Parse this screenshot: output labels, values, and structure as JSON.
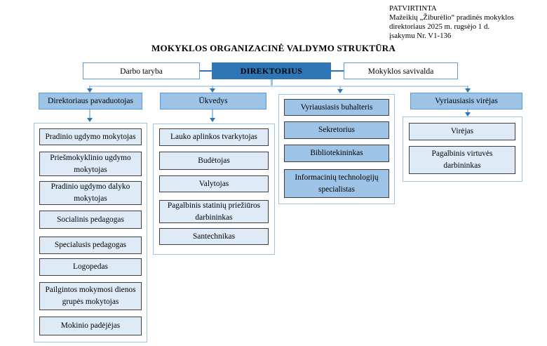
{
  "approval": {
    "lines": [
      "PATVIRTINTA",
      "Mažeikių „Žiburėlio“ pradinės mokyklos",
      "direktoriaus 2025 m. rugsėjo 1 d.",
      "įsakymu Nr. V1-136"
    ]
  },
  "title": "MOKYKLOS ORGANIZACINĖ VALDYMO STRUKTŪRA",
  "top_row": {
    "left_box": "Darbo taryba",
    "director_box": "DIREKTORIUS",
    "right_box": "Mokyklos savivalda"
  },
  "columns": [
    {
      "header": "Direktoriaus pavaduotojas",
      "items": [
        "Pradinio ugdymo mokytojas",
        "Priešmokyklinio ugdymo mokytojas",
        "Pradinio ugdymo dalyko mokytojas",
        "Socialinis pedagogas",
        "Specialusis pedagogas",
        "Logopedas",
        "Pailgintos mokymosi dienos grupės mokytojas",
        "Mokinio padėjėjas"
      ]
    },
    {
      "header": "Ūkvedys",
      "items": [
        "Lauko aplinkos tvarkytojas",
        "Budėtojas",
        "Valytojas",
        "Pagalbinis statinių priežiūros darbininkas",
        "Santechnikas"
      ]
    },
    {
      "header": "",
      "items": [
        "Vyriausiasis buhalteris",
        "Sekretorius",
        "Bibliotekininkas",
        "Informacinių technologijų specialistas"
      ]
    },
    {
      "header": "Vyriausiasis virėjas",
      "items": [
        "Virėjas",
        "Pagalbinis virtuvės darbininkas"
      ]
    }
  ],
  "colors": {
    "director_fill": "#2E75B6",
    "header_fill": "#9DC3E6",
    "header_border": "#5B9BD5",
    "item_fill": "#DEEBF7",
    "item_border": "#3F3F3F",
    "container_border": "#9DC3E6",
    "connector_pale": "#BDD7EE",
    "arrow": "#2E75B6"
  }
}
